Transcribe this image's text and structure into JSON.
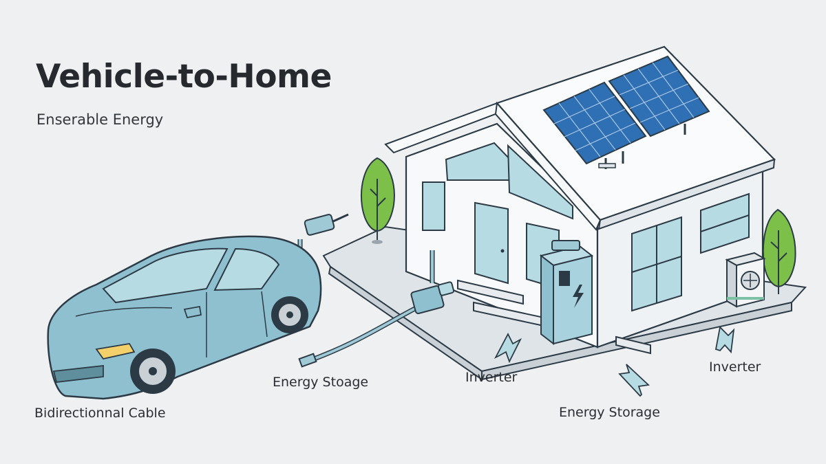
{
  "title": "Vehicle-to-Home",
  "subtitle": "Enserable Energy",
  "labels": {
    "cable": "Bidirectionnal Cable",
    "energy_storage_left": "Energy Stoage",
    "inverter_center": "Inverter",
    "inverter_right": "Inverter",
    "energy_storage_bottom": "Energy Storage"
  },
  "colors": {
    "background": "#eef0f2",
    "outline": "#2b3a45",
    "car": "#8fc0cf",
    "glass": "#b7dbe3",
    "solar": "#2f6fb3",
    "tree": "#7cc04a",
    "house": "#f7f9fa",
    "ground": "#dde2e6"
  }
}
